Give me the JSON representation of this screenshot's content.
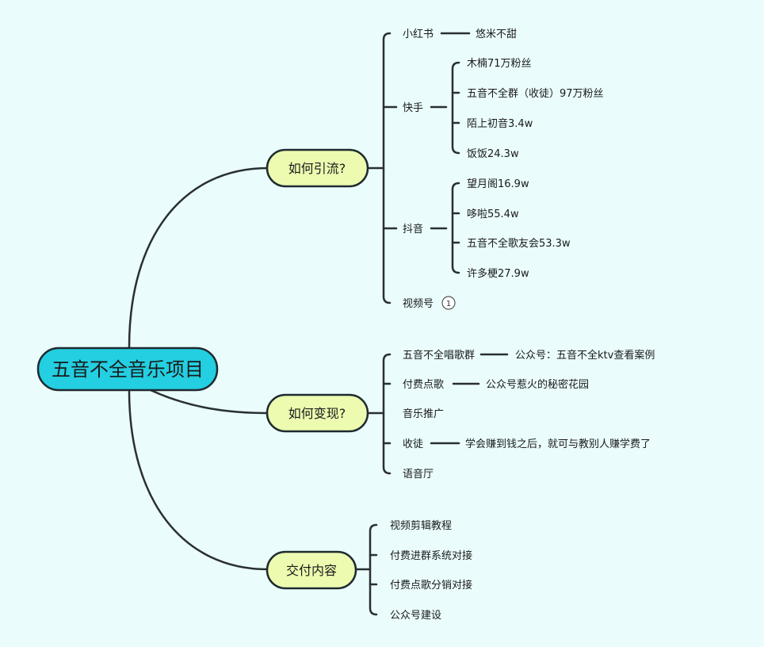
{
  "root": "五音不全音乐项目",
  "branches": [
    {
      "label": "如何引流?",
      "children": [
        {
          "label": "小红书",
          "note": "悠米不甜"
        },
        {
          "label": "快手",
          "items": [
            "木楠71万粉丝",
            "五音不全群（收徒）97万粉丝",
            "陌上初音3.4w",
            "饭饭24.3w"
          ]
        },
        {
          "label": "抖音",
          "items": [
            "望月阁16.9w",
            "哆啦55.4w",
            "五音不全歌友会53.3w",
            "许多梗27.9w"
          ]
        },
        {
          "label": "视频号",
          "badge": "1"
        }
      ]
    },
    {
      "label": "如何变现?",
      "children": [
        {
          "label": "五音不全唱歌群",
          "note": "公众号：五音不全ktv查看案例"
        },
        {
          "label": "付费点歌",
          "note": "公众号惹火的秘密花园"
        },
        {
          "label": "音乐推广"
        },
        {
          "label": "收徒",
          "note": "学会赚到钱之后，就可与教别人赚学费了"
        },
        {
          "label": "语音厅"
        }
      ]
    },
    {
      "label": "交付内容",
      "children": [
        {
          "label": "视频剪辑教程"
        },
        {
          "label": "付费进群系统对接"
        },
        {
          "label": "付费点歌分销对接"
        },
        {
          "label": "公众号建设"
        }
      ]
    }
  ]
}
